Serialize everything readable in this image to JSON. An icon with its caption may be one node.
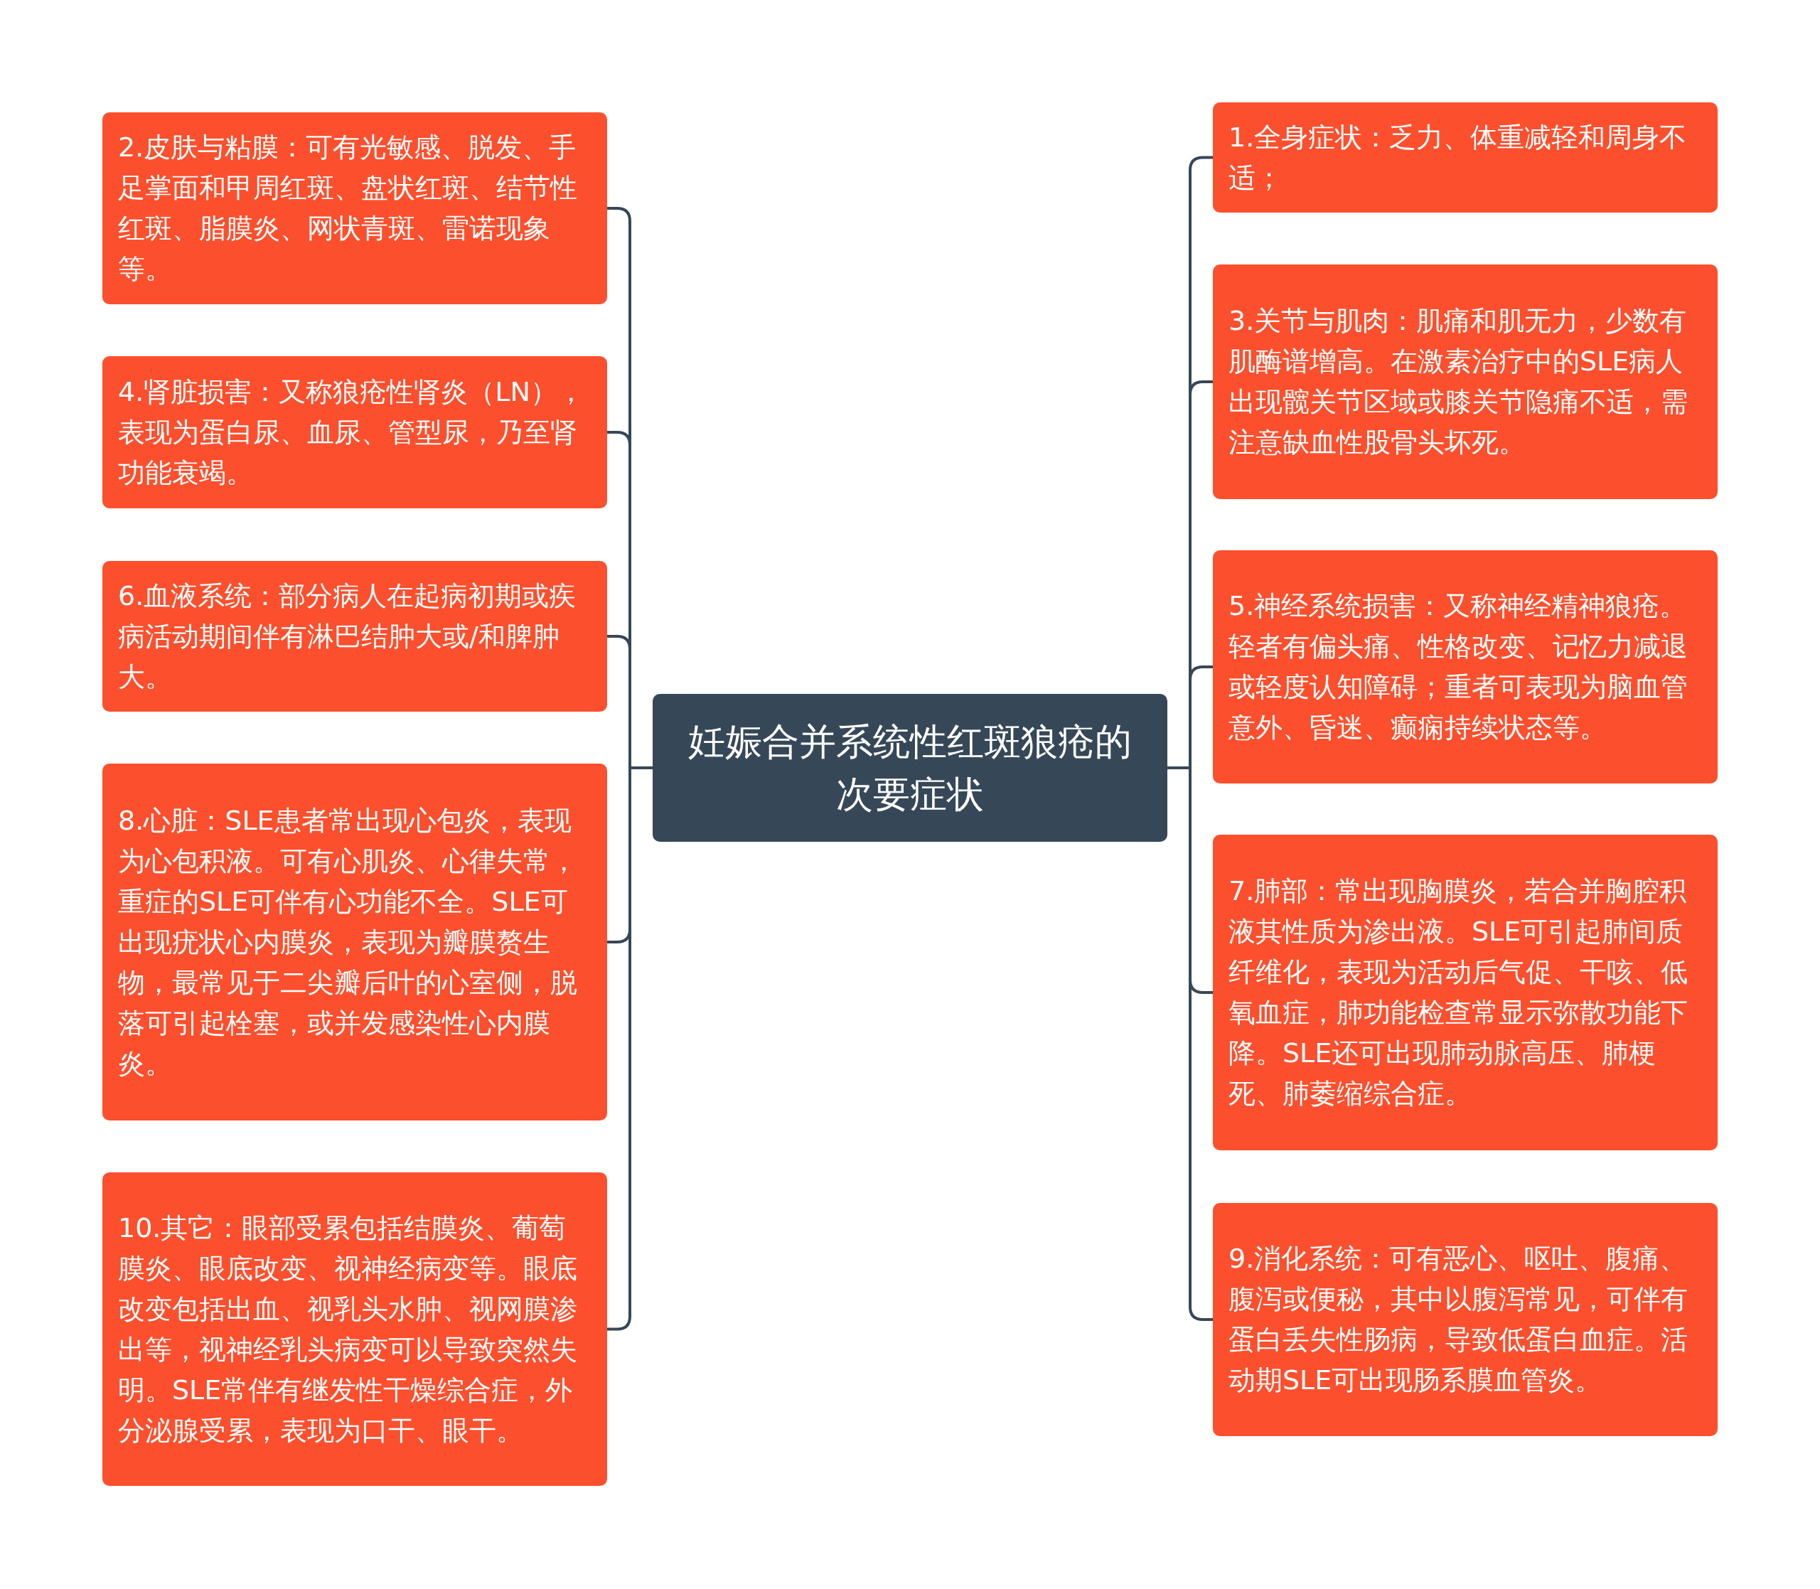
{
  "diagram": {
    "nodes": [
      {
        "text": [
          "妊娠合并系统性红斑狼疮的次要症状"
        ]
      },
      {
        "text": [
          "2.皮肤与粘膜：可有光敏感、脱发、手足掌面和甲周红斑、盘状红斑、结节性红斑、脂膜炎、网状青斑、雷诺现象等。"
        ]
      },
      {
        "text": [
          "4.肾脏损害：又称狼疮性肾炎（LN），表现为蛋白尿、血尿、管型尿，乃至肾功能衰竭。"
        ]
      },
      {
        "text": [
          "6.血液系统：部分病人在起病初期或疾病活动期间伴有淋巴结肿大或/和脾肿大。"
        ]
      },
      {
        "text": [
          "8.心脏：SLE患者常出现心包炎，表现为心包积液。可有心肌炎、心律失常，重症的SLE可伴有心功能不全。SLE可出现疣状心内膜炎，表现为瓣膜赘生物，最常见于二尖瓣后叶的心室侧，脱落可引起栓塞，或并发感染性心内膜炎。"
        ]
      },
      {
        "text": [
          "10.其它：眼部受累包括结膜炎、葡萄膜炎、眼底改变、视神经病变等。眼底改变包括出血、视乳头水肿、视网膜渗出等，视神经乳头病变可以导致突然失明。SLE常伴有继发性干燥综合症，外分泌腺受累，表现为口干、眼干。"
        ]
      },
      {
        "text": [
          "1.全身症状：乏力、体重减轻和周身不适；"
        ]
      },
      {
        "text": [
          "3.关节与肌肉：肌痛和肌无力，少数有肌酶谱增高。在激素治疗中的SLE病人出现髋关节区域或膝关节隐痛不适，需注意缺血性股骨头坏死。"
        ]
      },
      {
        "text": [
          "5.神经系统损害：又称神经精神狼疮。轻者有偏头痛、性格改变、记忆力减退或轻度认知障碍；重者可表现为脑血管意外、昏迷、癫痫持续状态等。"
        ]
      },
      {
        "text": [
          "7.肺部：常出现胸膜炎，若合并胸腔积液其性质为渗出液。SLE可引起肺间质纤维化，表现为活动后气促、干咳、低氧血症，肺功能检查常显示弥散功能下降。SLE还可出现肺动脉高压、肺梗死、肺萎缩综合症。"
        ]
      },
      {
        "text": [
          "9.消化系统：可有恶心、呕吐、腹痛、腹泻或便秘，其中以腹泻常见，可伴有蛋白丢失性肠病，导致低蛋白血症。活动期SLE可出现肠系膜血管炎。"
        ]
      }
    ],
    "edges": [
      {
        "from": 0,
        "to": 1,
        "arrow": "none"
      },
      {
        "from": 0,
        "to": 2,
        "arrow": "none"
      },
      {
        "from": 0,
        "to": 3,
        "arrow": "none"
      },
      {
        "from": 0,
        "to": 4,
        "arrow": "none"
      },
      {
        "from": 0,
        "to": 5,
        "arrow": "none"
      },
      {
        "from": 0,
        "to": 6,
        "arrow": "none"
      },
      {
        "from": 0,
        "to": 7,
        "arrow": "none"
      },
      {
        "from": 0,
        "to": 8,
        "arrow": "none"
      },
      {
        "from": 0,
        "to": 9,
        "arrow": "none"
      },
      {
        "from": 0,
        "to": 10,
        "arrow": "none"
      }
    ]
  }
}
